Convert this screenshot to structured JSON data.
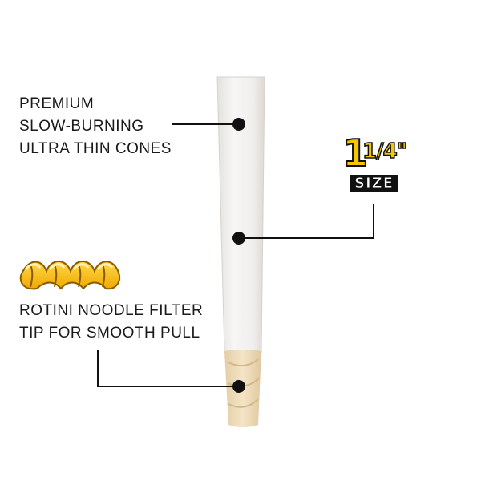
{
  "features": {
    "cone": {
      "line1": "PREMIUM",
      "line2": "SLOW-BURNING",
      "line3": "ULTRA THIN CONES"
    },
    "filter": {
      "line1": "ROTINI NOODLE FILTER",
      "line2": "TIP FOR SMOOTH PULL"
    }
  },
  "size_badge": {
    "whole": "1",
    "fraction": "1/4\"",
    "word": "SIZE"
  },
  "icons": {
    "filter": "rotini-noodle-icon"
  },
  "colors": {
    "paper": "#f3f1ef",
    "filter_tip": "#efdcba",
    "accent_yellow": "#f6c700",
    "ink": "#111111"
  }
}
